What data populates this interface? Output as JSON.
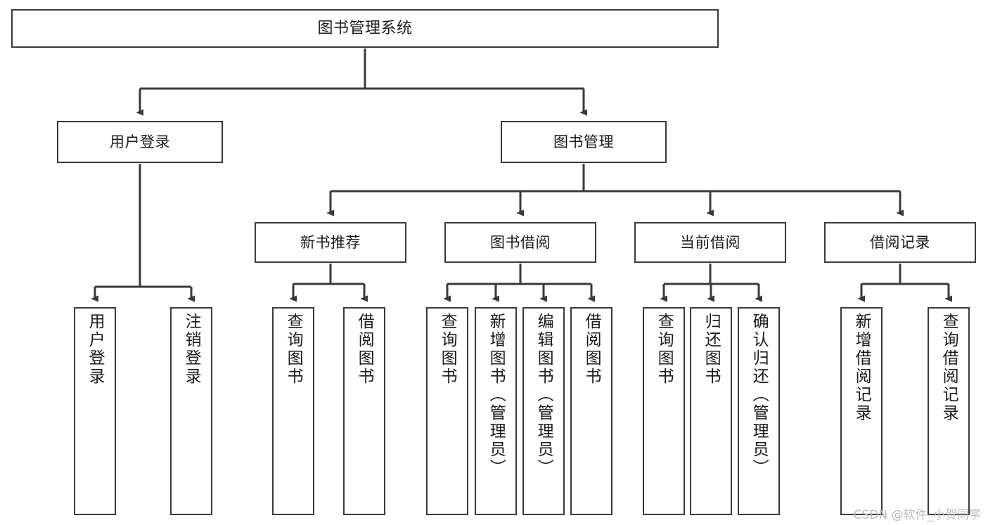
{
  "diagram": {
    "title": "图书管理系统",
    "type": "tree",
    "watermark": "CSDN @软件_小贺同学",
    "colors": {
      "node_border": "#3a3a3a",
      "node_fill": "#ffffff",
      "connector": "#3a3a3a",
      "text": "#1a1a1a",
      "watermark": "#b9b9b9",
      "background": "#ffffff"
    },
    "nodes": {
      "root": {
        "label": "图书管理系统"
      },
      "level2": [
        {
          "id": "user-login",
          "label": "用户登录"
        },
        {
          "id": "book-management",
          "label": "图书管理"
        }
      ],
      "level3": [
        {
          "id": "new-book-recommend",
          "label": "新书推荐"
        },
        {
          "id": "book-borrow",
          "label": "图书借阅"
        },
        {
          "id": "current-borrow",
          "label": "当前借阅"
        },
        {
          "id": "borrow-record",
          "label": "借阅记录"
        }
      ],
      "leaves": {
        "user_login": [
          {
            "id": "leaf-user-login",
            "label": "用户登录"
          },
          {
            "id": "leaf-logout-login",
            "label": "注销登录"
          }
        ],
        "new_book_recommend": [
          {
            "id": "leaf-query-book-1",
            "label": "查询图书"
          },
          {
            "id": "leaf-borrow-book-1",
            "label": "借阅图书"
          }
        ],
        "book_borrow": [
          {
            "id": "leaf-query-book-2",
            "label": "查询图书"
          },
          {
            "id": "leaf-add-book",
            "label": "新增图书（管理员）"
          },
          {
            "id": "leaf-edit-book",
            "label": "编辑图书（管理员）"
          },
          {
            "id": "leaf-borrow-book-2",
            "label": "借阅图书"
          }
        ],
        "current_borrow": [
          {
            "id": "leaf-query-book-3",
            "label": "查询图书"
          },
          {
            "id": "leaf-return-book",
            "label": "归还图书"
          },
          {
            "id": "leaf-confirm-return",
            "label": "确认归还（管理员）"
          }
        ],
        "borrow_record": [
          {
            "id": "leaf-add-record",
            "label": "新增借阅记录"
          },
          {
            "id": "leaf-query-record",
            "label": "查询借阅记录"
          }
        ]
      }
    }
  }
}
